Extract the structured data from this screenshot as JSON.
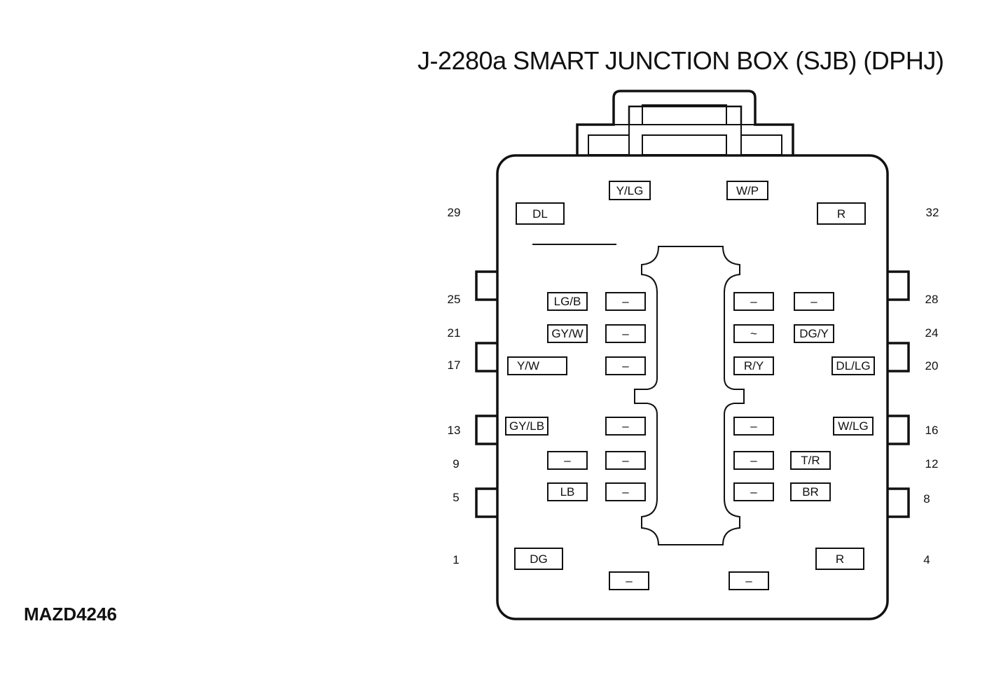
{
  "title": "J-2280a SMART JUNCTION BOX (SJB) (DPHJ)",
  "figure_code": "MAZD4246",
  "pin_numbers": [
    "29",
    "32",
    "25",
    "28",
    "21",
    "24",
    "17",
    "20",
    "13",
    "16",
    "9",
    "12",
    "5",
    "8",
    "1",
    "4"
  ],
  "terminals": [
    {
      "label": "Y/LG"
    },
    {
      "label": "W/P"
    },
    {
      "label": "DL"
    },
    {
      "label": "R"
    },
    {
      "label": "LG/B"
    },
    {
      "label": "–"
    },
    {
      "label": "–"
    },
    {
      "label": "–"
    },
    {
      "label": "GY/W"
    },
    {
      "label": "–"
    },
    {
      "label": "~"
    },
    {
      "label": "DG/Y"
    },
    {
      "label": "Y/W"
    },
    {
      "label": "–"
    },
    {
      "label": "R/Y"
    },
    {
      "label": "DL/LG"
    },
    {
      "label": "GY/LB"
    },
    {
      "label": "–"
    },
    {
      "label": "–"
    },
    {
      "label": "W/LG"
    },
    {
      "label": "–"
    },
    {
      "label": "–"
    },
    {
      "label": "–"
    },
    {
      "label": "T/R"
    },
    {
      "label": "LB"
    },
    {
      "label": "–"
    },
    {
      "label": "–"
    },
    {
      "label": "BR"
    },
    {
      "label": "DG"
    },
    {
      "label": "R"
    },
    {
      "label": "–"
    },
    {
      "label": "–"
    }
  ]
}
